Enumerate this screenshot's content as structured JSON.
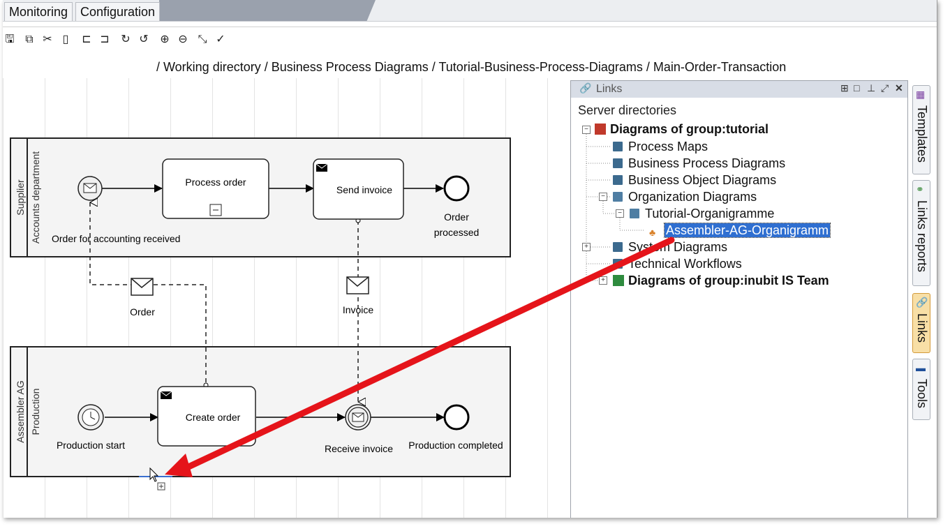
{
  "tabs": [
    "Monitoring",
    "Configuration"
  ],
  "toolbar": {
    "icons": [
      "save-icon",
      "copy-icon",
      "cut-icon",
      "paste-icon",
      "back-icon",
      "forward-icon",
      "redo-icon",
      "undo-icon",
      "zoom-in-icon",
      "zoom-out-icon",
      "fit-icon",
      "check-icon"
    ]
  },
  "breadcrumb": "/ Working directory / Business Process Diagrams / Tutorial-Business-Process-Diagrams / Main-Order-Transaction",
  "diagram": {
    "pool1": {
      "name": "Supplier",
      "lane": "Accounts department"
    },
    "pool2": {
      "name": "Assembler AG",
      "lane": "Production"
    },
    "start1_label": "Order for accounting received",
    "task1": "Process order",
    "task2": "Send invoice",
    "end1_label_1": "Order",
    "end1_label_2": "processed",
    "msg1_label": "Order",
    "msg2_label": "Invoice",
    "start2_label": "Production start",
    "task3": "Create order",
    "intermediate_label": "Receive invoice",
    "end2_label": "Production completed"
  },
  "panel": {
    "title": "Links",
    "server_dirs": "Server directories",
    "tree": {
      "root1": "Diagrams of group:tutorial",
      "process_maps": "Process Maps",
      "bpd": "Business Process Diagrams",
      "bod": "Business Object Diagrams",
      "org": "Organization Diagrams",
      "tut_org": "Tutorial-Organigramme",
      "selected": "Assembler-AG-Organigramm",
      "system": "System Diagrams",
      "technical": "Technical Workflows",
      "root2": "Diagrams of group:inubit IS Team"
    }
  },
  "side_tabs": [
    "Templates",
    "Links reports",
    "Links",
    "Tools"
  ],
  "colors": {
    "arrow": "#e5141a",
    "selection": "#2f6fd1",
    "active_tab": "#f8dfa6"
  }
}
